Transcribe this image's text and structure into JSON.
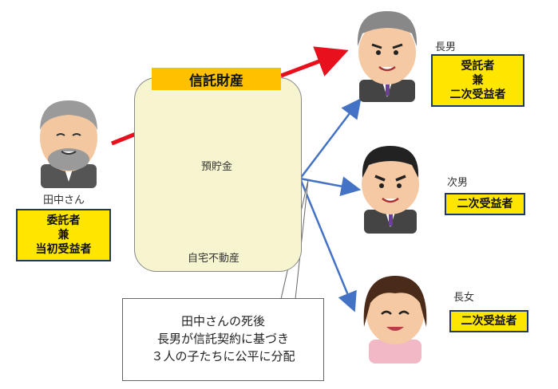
{
  "trust": {
    "title": "信託財産",
    "asset_deposit": "預貯金",
    "asset_home": "自宅不動産"
  },
  "settlor": {
    "name": "田中さん",
    "role_lines": [
      "委託者",
      "兼",
      "当初受益者"
    ]
  },
  "eldest_son": {
    "name": "長男",
    "role_lines": [
      "受託者",
      "兼",
      "二次受益者"
    ]
  },
  "second_son": {
    "name": "次男",
    "role": "二次受益者"
  },
  "eldest_daughter": {
    "name": "長女",
    "role": "二次受益者"
  },
  "note": {
    "lines": [
      "田中さんの死後",
      "長男が信託契約に基づき",
      "３人の子たちに公平に分配"
    ]
  },
  "colors": {
    "red_arrow": "#e8101c",
    "blue_arrow": "#4472c4",
    "role_box_fill": "#ffe600",
    "role_box_border": "#1f3864",
    "trust_title_fill": "#ffc000",
    "trust_box_fill": "#f7f5cf"
  }
}
